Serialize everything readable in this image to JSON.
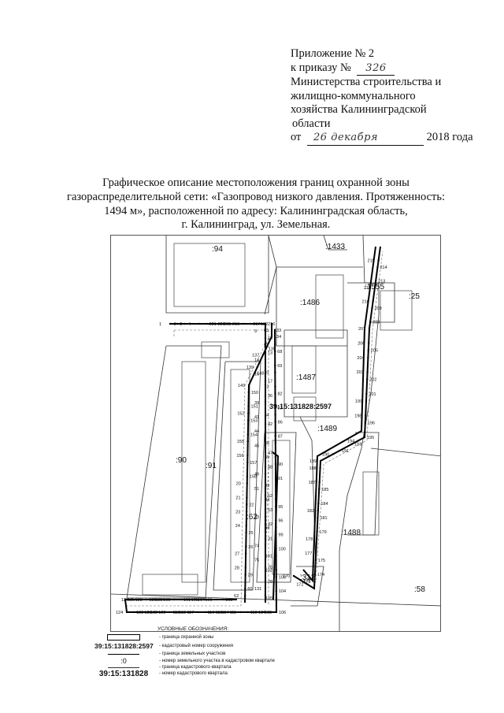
{
  "appendix": {
    "line1": "Приложение № 2",
    "line2_prefix": "к приказу №",
    "order_number": "326",
    "line3": "Министерства строительства и",
    "line4": "жилищно-коммунального",
    "line5": "хозяйства Калининградской",
    "line6": "области",
    "date_prefix": "от",
    "date_handwritten": "26 декабря",
    "date_suffix": "2018 года"
  },
  "title": {
    "line1": "Графическое описание местоположения границ охранной зоны",
    "line2": "газораспределительной сети: «Газопровод низкого давления. Протяженность:",
    "line3": "1494 м», расположенной по адресу: Калининградская область,",
    "line4": "г. Калининград, ул. Земельная."
  },
  "map": {
    "parcel_labels": [
      ":94",
      ":1433",
      ":1555",
      ":25",
      ":1486",
      ":1487",
      ":1489",
      ":90",
      ":91",
      ":62",
      ":1488",
      ":313",
      ":58"
    ],
    "cadastral_number_label": "39:15:131828:2597",
    "point_labels": [
      "1",
      "2",
      "3",
      "4",
      "221",
      "223",
      "220",
      "218",
      "217",
      "216",
      "9",
      "10",
      "13",
      "14",
      "16",
      "17",
      "36",
      "39",
      "41",
      "42",
      "44",
      "45",
      "47",
      "48",
      "49",
      "51",
      "52",
      "53",
      "33",
      "32",
      "31",
      "74",
      "75",
      "76",
      "78",
      "131",
      "132",
      "133",
      "134",
      "135",
      "137",
      "139",
      "148",
      "149",
      "150",
      "151",
      "152",
      "153",
      "154",
      "155",
      "156",
      "157",
      "158",
      "20",
      "21",
      "22",
      "23",
      "24",
      "25",
      "26",
      "27",
      "28",
      "29",
      "60",
      "62",
      "63",
      "65",
      "68",
      "69",
      "70",
      "72",
      "82",
      "83",
      "84",
      "86",
      "87",
      "88",
      "89",
      "90",
      "91",
      "93",
      "94",
      "95",
      "96",
      "98",
      "99",
      "100",
      "101",
      "102",
      "103",
      "104",
      "105",
      "106",
      "107",
      "108",
      "110",
      "111",
      "113",
      "114",
      "116",
      "117",
      "118",
      "119",
      "120",
      "121",
      "122",
      "123",
      "124",
      "125",
      "127",
      "128",
      "129",
      "130",
      "160",
      "161",
      "164",
      "165",
      "166",
      "168",
      "170",
      "171",
      "172",
      "173",
      "174",
      "175",
      "177",
      "178",
      "179",
      "181",
      "182",
      "184",
      "185",
      "187",
      "188",
      "189",
      "190",
      "191",
      "193",
      "194",
      "195",
      "196",
      "198",
      "199",
      "201",
      "202",
      "203",
      "204",
      "205",
      "206",
      "207",
      "208",
      "209",
      "210",
      "211",
      "213",
      "214",
      "215"
    ]
  },
  "legend": {
    "heading": "УСЛОВНЫЕ ОБОЗНАЧЕНИЯ:",
    "items": [
      {
        "symbol": "",
        "text": "- граница охранной зоны"
      },
      {
        "symbol": "39:15:131828:2597",
        "text": "- кадастровый номер сооружения"
      },
      {
        "symbol": "",
        "text": "- граница земельных участков"
      },
      {
        "symbol": ":0",
        "text": "- номер земельного участка в кадастровом квартале"
      },
      {
        "symbol": "",
        "text": "- граница кадастрового квартала"
      },
      {
        "symbol": "39:15:131828",
        "text": "- номер кадастрового квартала"
      }
    ]
  }
}
